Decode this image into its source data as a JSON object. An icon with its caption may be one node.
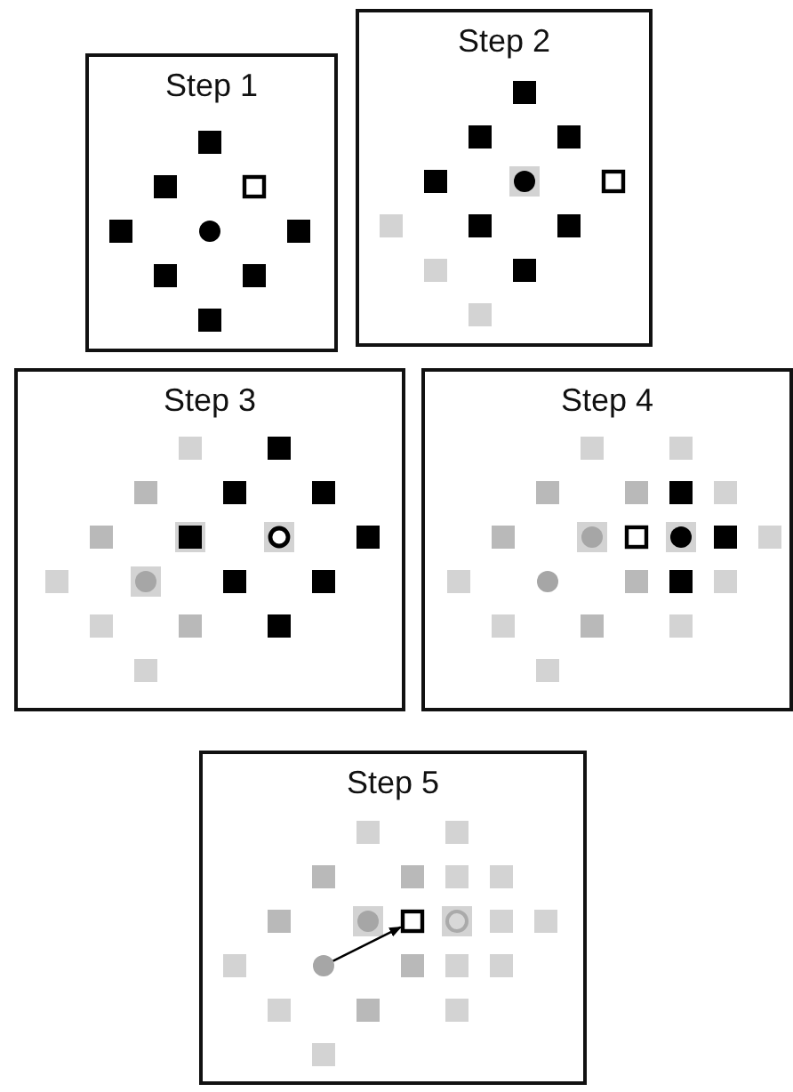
{
  "diagram": {
    "nodes": [
      {
        "text": [
          "Step 1"
        ]
      },
      {
        "text": [
          "Step 2"
        ]
      },
      {
        "text": [
          "Step 3"
        ]
      },
      {
        "text": [
          "Step 4"
        ]
      },
      {
        "text": [
          "Step 5"
        ]
      },
      {
        "text": [],
        "shape": "circle",
        "in": 4
      },
      {
        "text": [],
        "shape": "box",
        "in": 4
      }
    ],
    "edges": [
      {
        "from": 5,
        "to": 6,
        "arrow": "to"
      }
    ]
  }
}
